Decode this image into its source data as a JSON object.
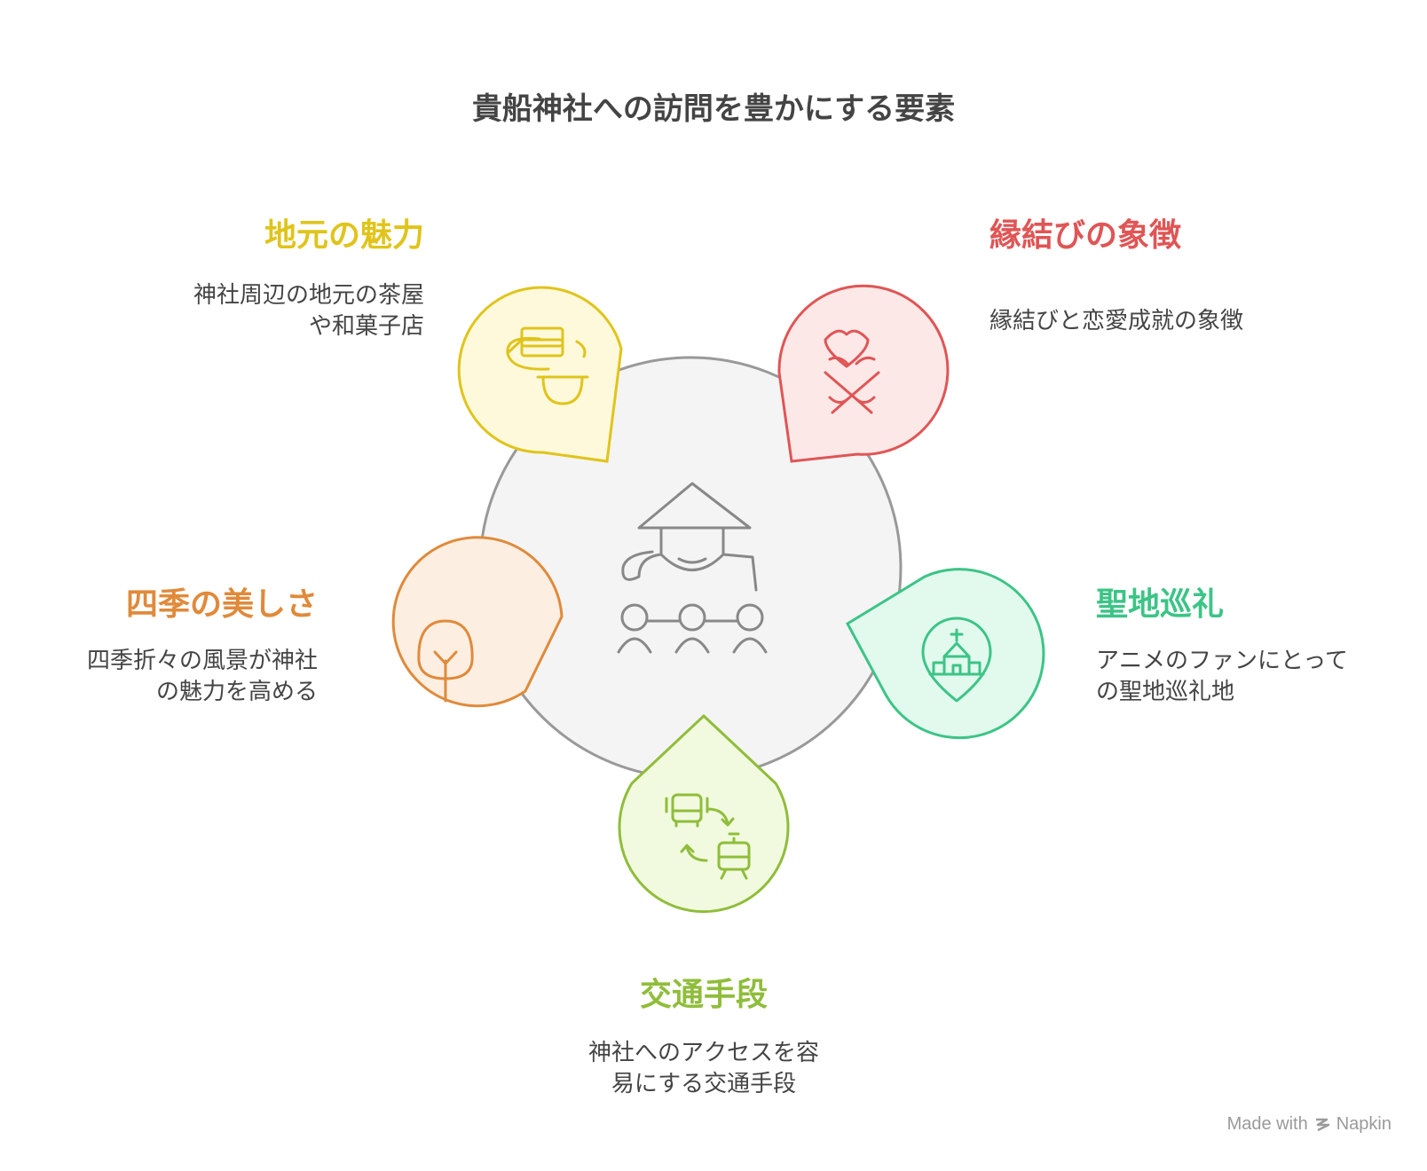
{
  "title": "貴船神社への訪問を豊かにする要素",
  "items": [
    {
      "heading": "地元の魅力",
      "desc1": "神社周辺の地元の茶屋",
      "desc2": "や和菓子店",
      "color": "#e0c41b",
      "fill": "#fef9db",
      "icon": "sweets-icon"
    },
    {
      "heading": "縁結びの象徴",
      "desc1": "縁結びと恋愛成就の象徴",
      "desc2": "",
      "color": "#e05555",
      "fill": "#fde8e8",
      "icon": "heart-hands-icon"
    },
    {
      "heading": "四季の美しさ",
      "desc1": "四季折々の風景が神社",
      "desc2": "の魅力を高める",
      "color": "#e08a3a",
      "fill": "#fdeee2",
      "icon": "tree-icon"
    },
    {
      "heading": "聖地巡礼",
      "desc1": "アニメのファンにとって",
      "desc2": "の聖地巡礼地",
      "color": "#3cc486",
      "fill": "#e2f9ee",
      "icon": "church-pin-icon"
    },
    {
      "heading": "交通手段",
      "desc1": "神社へのアクセスを容",
      "desc2": "易にする交通手段",
      "color": "#8fbd3a",
      "fill": "#f1fadf",
      "icon": "bus-train-icon"
    }
  ],
  "center": {
    "icon": "visitors-icon",
    "color": "#888888",
    "fill": "#f4f4f4"
  },
  "footer": {
    "text": "Made with",
    "brand": "Napkin",
    "icon": "napkin-logo-icon"
  }
}
